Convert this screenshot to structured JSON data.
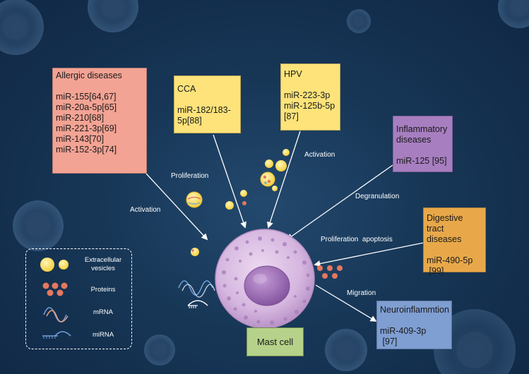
{
  "diagram": {
    "center_label": "Mast cell",
    "boxes": {
      "allergic": {
        "title": "Allergic diseases",
        "items": [
          "miR-155[64,67]",
          "miR-20a-5p[65]",
          "miR-210[68]",
          "miR-221-3p[69]",
          "miR-143[70]",
          "miR-152-3p[74]"
        ],
        "color": "#f3a394"
      },
      "cca": {
        "title": "CCA",
        "items": [
          "miR-182/183-",
          "5p[88]"
        ],
        "color": "#fde37a"
      },
      "hpv": {
        "title": "HPV",
        "items": [
          "miR-223-3p",
          "miR-125b-5p",
          "[87]"
        ],
        "color": "#fde37a"
      },
      "inflammatory": {
        "title_lines": [
          "Inflammatory",
          "diseases"
        ],
        "items": [
          "miR-125 [95]"
        ],
        "color": "#a77ec0"
      },
      "digestive": {
        "title_lines": [
          "Digestive tract",
          "diseases"
        ],
        "items": [
          "miR-490-5p",
          " [99]"
        ],
        "color": "#e8a84a"
      },
      "neuro": {
        "title": "Neuroinflammtion",
        "items": [
          "miR-409-3p",
          " [97]"
        ],
        "color": "#7f9ed2"
      }
    },
    "arrow_labels": {
      "activation_left": "Activation",
      "proliferation": "Proliferation",
      "activation_right": "Activation",
      "degranulation": "Degranulation",
      "proliferation_apoptosis": "Proliferation  apoptosis",
      "migration": "Migration"
    },
    "legend": [
      {
        "symbol": "vesicles-icon",
        "label_lines": [
          "Extracellular",
          "vesicles"
        ]
      },
      {
        "symbol": "proteins-icon",
        "label_lines": [
          "Proteins"
        ]
      },
      {
        "symbol": "mrna-icon",
        "label_lines": [
          "mRNA"
        ]
      },
      {
        "symbol": "mirna-icon",
        "label_lines": [
          "miRNA"
        ]
      }
    ],
    "colors": {
      "background": "#173656",
      "vesicle": "#fbe26a",
      "protein": "#e3785f",
      "cell": "#d5b6df",
      "nucleus": "#9b6bb0",
      "mast_label_bg": "#b6d28a",
      "arrow": "#ffffff"
    }
  }
}
